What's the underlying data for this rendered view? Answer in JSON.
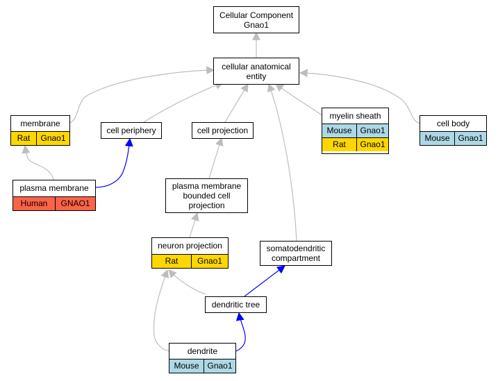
{
  "colors": {
    "edge_default": "#bdbdbd",
    "edge_highlight": "#0000ff",
    "species_mouse": "#add8e6",
    "species_rat": "#ffd700",
    "species_human": "#ff6347"
  },
  "nodes": {
    "root": {
      "line1": "Cellular Component",
      "line2": "Gnao1"
    },
    "cellular_anatomical_entity": {
      "line1": "cellular anatomical",
      "line2": "entity"
    },
    "membrane": {
      "label": "membrane",
      "annotations": [
        {
          "species": "Rat",
          "gene": "Gnao1"
        }
      ]
    },
    "cell_periphery": {
      "label": "cell periphery"
    },
    "cell_projection": {
      "label": "cell projection"
    },
    "myelin_sheath": {
      "label": "myelin sheath",
      "annotations": [
        {
          "species": "Mouse",
          "gene": "Gnao1"
        },
        {
          "species": "Rat",
          "gene": "Gnao1"
        }
      ]
    },
    "cell_body": {
      "label": "cell body",
      "annotations": [
        {
          "species": "Mouse",
          "gene": "Gnao1"
        }
      ]
    },
    "plasma_membrane": {
      "label": "plasma membrane",
      "annotations": [
        {
          "species": "Human",
          "gene": "GNAO1"
        }
      ]
    },
    "pm_bounded_projection": {
      "line1": "plasma membrane",
      "line2": "bounded cell",
      "line3": "projection"
    },
    "neuron_projection": {
      "label": "neuron projection",
      "annotations": [
        {
          "species": "Rat",
          "gene": "Gnao1"
        }
      ]
    },
    "somatodendritic_compartment": {
      "line1": "somatodendritic",
      "line2": "compartment"
    },
    "dendritic_tree": {
      "label": "dendritic tree"
    },
    "dendrite": {
      "label": "dendrite",
      "annotations": [
        {
          "species": "Mouse",
          "gene": "Gnao1"
        }
      ]
    }
  }
}
